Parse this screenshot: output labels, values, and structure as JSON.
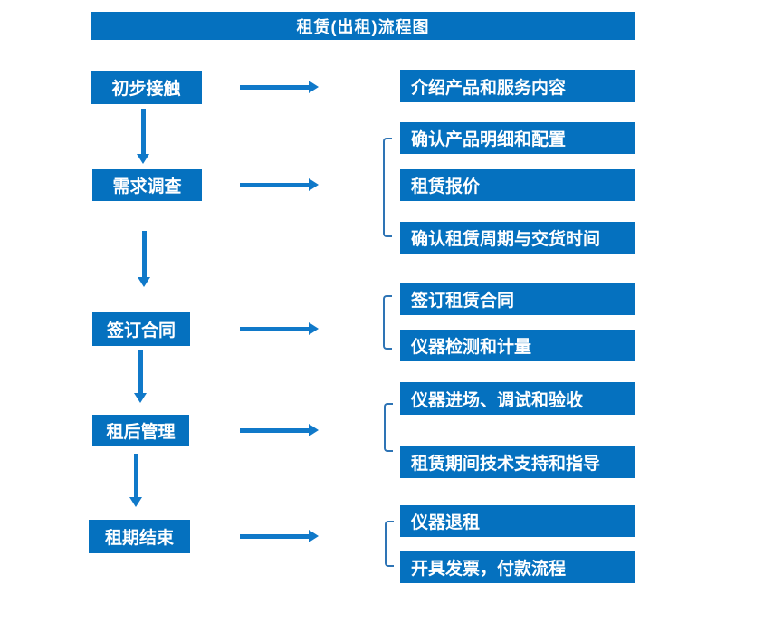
{
  "title": "租赁(出租)流程图",
  "colors": {
    "box_blue": "#0571bf",
    "arrow_blue": "#1079c9",
    "bracket_blue": "#2e74b5",
    "text": "#ffffff",
    "background": "#ffffff"
  },
  "steps": [
    {
      "label": "初步接触",
      "outputs": [
        "介绍产品和服务内容"
      ]
    },
    {
      "label": "需求调查",
      "outputs": [
        "确认产品明细和配置",
        "租赁报价",
        "确认租赁周期与交货时间"
      ]
    },
    {
      "label": "签订合同",
      "outputs": [
        "签订租赁合同",
        "仪器检测和计量"
      ]
    },
    {
      "label": "租后管理",
      "outputs": [
        "仪器进场、调试和验收",
        "租赁期间技术支持和指导"
      ]
    },
    {
      "label": "租期结束",
      "outputs": [
        "仪器退租",
        "开具发票，付款流程"
      ]
    }
  ]
}
